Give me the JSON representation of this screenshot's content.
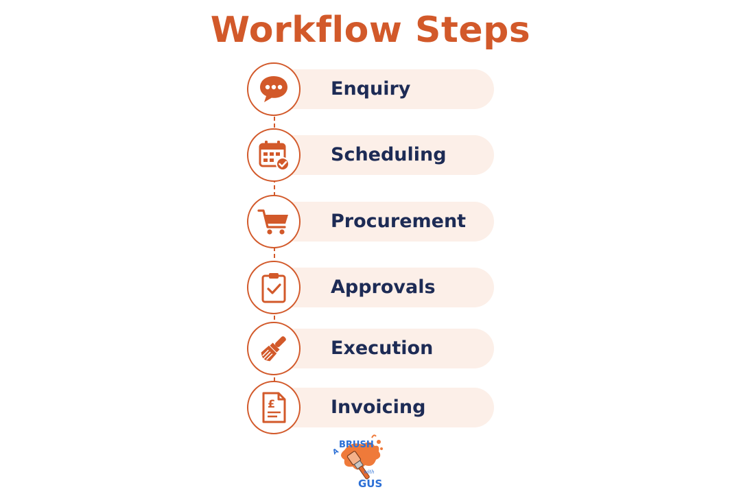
{
  "title": "Workflow Steps",
  "accent_color": "#d2592a",
  "text_color": "#1d2b55",
  "pill_color": "#fcefe8",
  "steps": [
    {
      "label": "Enquiry",
      "icon": "speech-bubble-icon"
    },
    {
      "label": "Scheduling",
      "icon": "calendar-check-icon"
    },
    {
      "label": "Procurement",
      "icon": "shopping-cart-icon"
    },
    {
      "label": "Approvals",
      "icon": "clipboard-check-icon"
    },
    {
      "label": "Execution",
      "icon": "paintbrush-icon"
    },
    {
      "label": "Invoicing",
      "icon": "pound-invoice-icon"
    }
  ],
  "logo": {
    "line1": "A",
    "line2": "BRUSH",
    "line3": "with",
    "line4": "GUS"
  }
}
